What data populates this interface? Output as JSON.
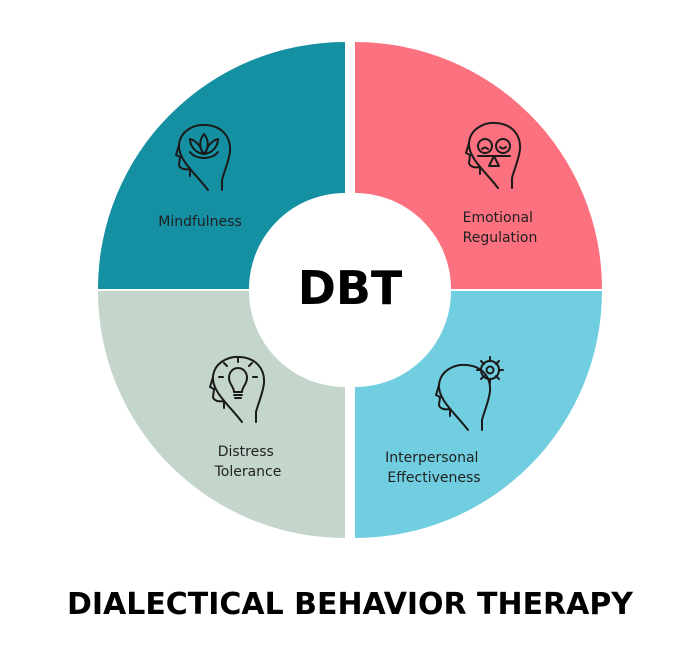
{
  "center": {
    "label": "DBT"
  },
  "title": "DIALECTICAL BEHAVIOR THERAPY",
  "segments": [
    {
      "label_lines": [
        "Mindfulness"
      ],
      "color": "#1590a3",
      "icon": "head-lotus-icon"
    },
    {
      "label_lines": [
        "Emotional",
        "Regulation"
      ],
      "color": "#fc717f",
      "icon": "head-emotions-icon"
    },
    {
      "label_lines": [
        "Interpersonal",
        "Effectiveness"
      ],
      "color": "#71cee0",
      "icon": "head-gear-icon"
    },
    {
      "label_lines": [
        "Distress",
        "Tolerance"
      ],
      "color": "#c4d6cc",
      "icon": "head-lightbulb-icon"
    }
  ]
}
